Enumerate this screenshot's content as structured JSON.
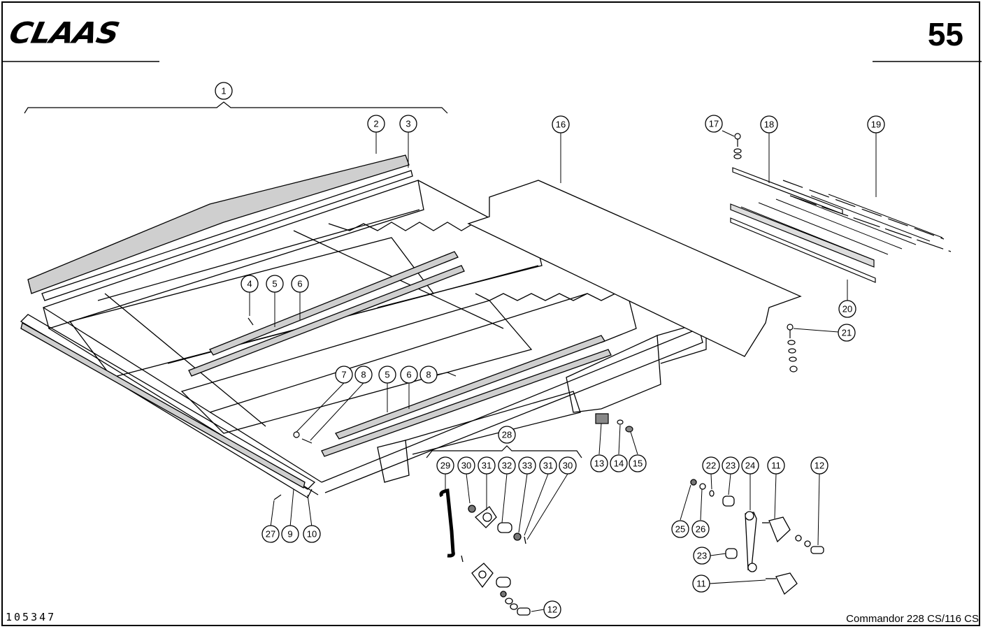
{
  "header": {
    "brand": "CLAAS",
    "page_number": "55"
  },
  "footer": {
    "document_number": "105347",
    "model": "Commandor 228 CS/116 CS"
  },
  "callouts": [
    "1",
    "2",
    "3",
    "4",
    "5",
    "6",
    "7",
    "8",
    "5",
    "6",
    "8",
    "9",
    "10",
    "27",
    "16",
    "17",
    "18",
    "19",
    "20",
    "21",
    "13",
    "14",
    "15",
    "28",
    "29",
    "30",
    "31",
    "32",
    "33",
    "31",
    "30",
    "12",
    "22",
    "23",
    "24",
    "11",
    "12",
    "25",
    "26",
    "23",
    "11"
  ],
  "colors": {
    "ink": "#000000",
    "paper": "#ffffff"
  }
}
